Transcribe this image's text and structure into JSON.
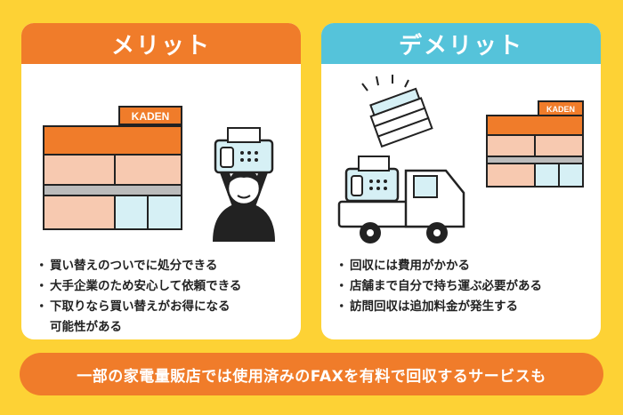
{
  "merit": {
    "title": "メリット",
    "store_sign": "KADEN",
    "items": [
      "買い替えのついでに処分できる",
      "大手企業のため安心して依頼できる",
      "下取りなら買い替えがお得になる"
    ],
    "item3_cont": "可能性がある"
  },
  "demerit": {
    "title": "デメリット",
    "store_sign": "KADEN",
    "items": [
      "回収には費用がかかる",
      "店舗まで自分で持ち運ぶ必要がある",
      "訪問回収は追加料金が発生する"
    ]
  },
  "banner": {
    "text": "一部の家電量販店では使用済みのFAXを有料で回収するサービスも"
  },
  "colors": {
    "background": "#FDD235",
    "merit_accent": "#F07C2A",
    "demerit_accent": "#55C3DA"
  }
}
